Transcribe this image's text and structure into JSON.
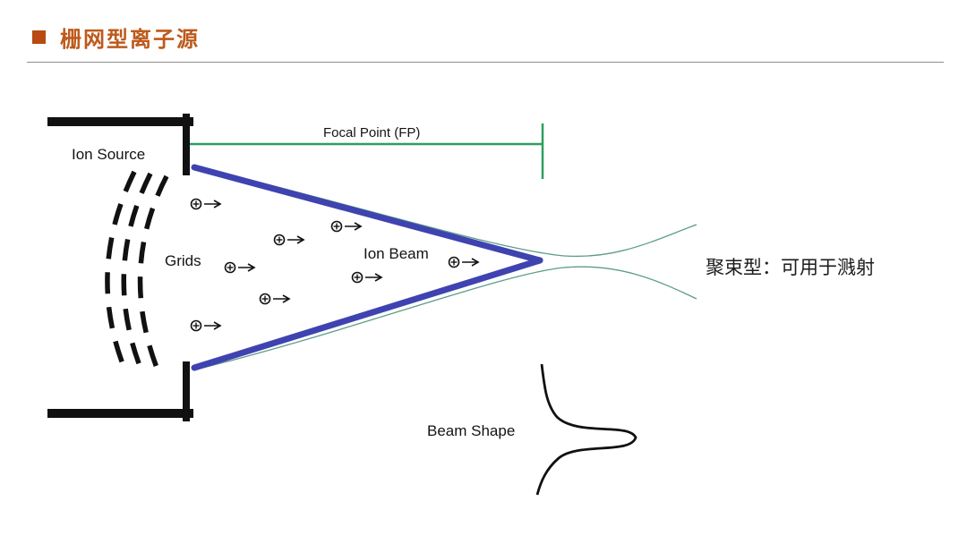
{
  "slide": {
    "title": "栅网型离子源",
    "annotation": "聚束型：可用于溅射"
  },
  "diagram": {
    "ion_source_label": "Ion Source",
    "grids_label": "Grids",
    "ion_beam_label": "Ion Beam",
    "focal_point_label": "Focal Point (FP)",
    "beam_shape_label": "Beam Shape",
    "colors": {
      "title_text": "#BD5A1C",
      "title_bullet": "#B84A12",
      "ion_beam": "#3F43B0",
      "focal_line": "#2D9E5F",
      "beam_envelope": "#5E9C8A",
      "structure": "#111111"
    }
  }
}
